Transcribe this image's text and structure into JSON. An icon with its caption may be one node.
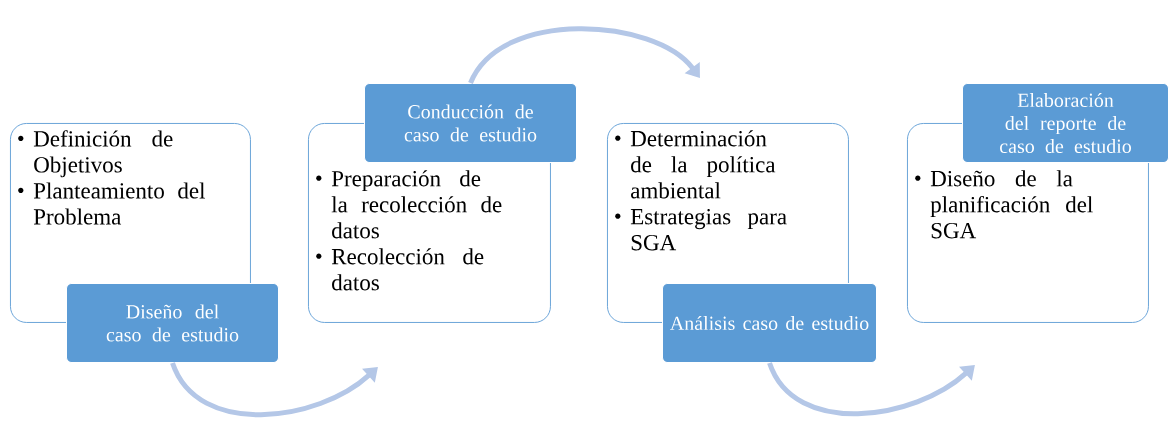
{
  "diagram": {
    "nodes": [
      {
        "text": [
          "Definición de Objetivos",
          "Planteamiento del Problema"
        ]
      },
      {
        "text": [
          "Diseño del caso de estudio"
        ]
      },
      {
        "text": [
          "Preparación de la recolección de datos",
          "Recolección de datos"
        ]
      },
      {
        "text": [
          "Conducción de caso de estudio"
        ]
      },
      {
        "text": [
          "Determinación de la política ambiental",
          "Estrategias para SGA"
        ]
      },
      {
        "text": [
          "Análisis caso de estudio"
        ]
      },
      {
        "text": [
          "Diseño de la planificación del SGA"
        ]
      },
      {
        "text": [
          "Elaboración del reporte de caso de estudio"
        ]
      }
    ],
    "edges": [
      {
        "from": 1,
        "to": 2,
        "arrow": "to"
      },
      {
        "from": 3,
        "to": 4,
        "arrow": "to"
      },
      {
        "from": 5,
        "to": 6,
        "arrow": "to"
      }
    ]
  }
}
